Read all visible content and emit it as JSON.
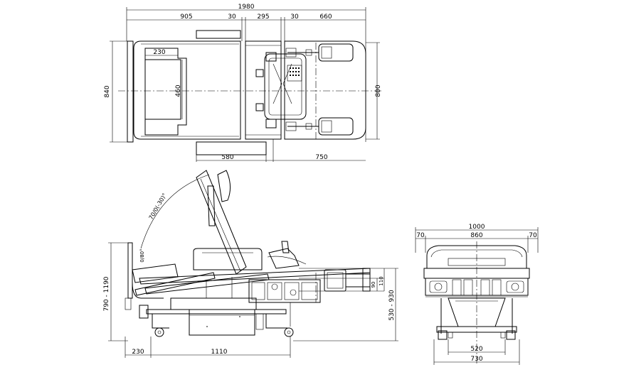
{
  "top_view": {
    "dim_overall_length": "1980",
    "dim_seg1": "905",
    "dim_seg2": "30",
    "dim_seg3": "295",
    "dim_seg4": "30",
    "dim_seg5": "660",
    "dim_width": "840",
    "dim_pad_width": "230",
    "dim_pad_length": "460",
    "dim_right_height": "800",
    "dim_bottom_left": "580",
    "dim_bottom_right": "750"
  },
  "side_view": {
    "dim_back_angle": "70/0(-30)°",
    "dim_leg_angle": "0/80°",
    "dim_height_range": "790 - 1190",
    "dim_front_offset": "230",
    "dim_base_length": "1110",
    "dim_small_1": "90",
    "dim_small_2": "110",
    "dim_seat_height": "530 - 930"
  },
  "front_view": {
    "dim_total_width": "1000",
    "dim_left_offset": "70",
    "dim_inner_width": "860",
    "dim_right_offset": "70",
    "dim_base_inner": "520",
    "dim_base_outer": "730"
  }
}
